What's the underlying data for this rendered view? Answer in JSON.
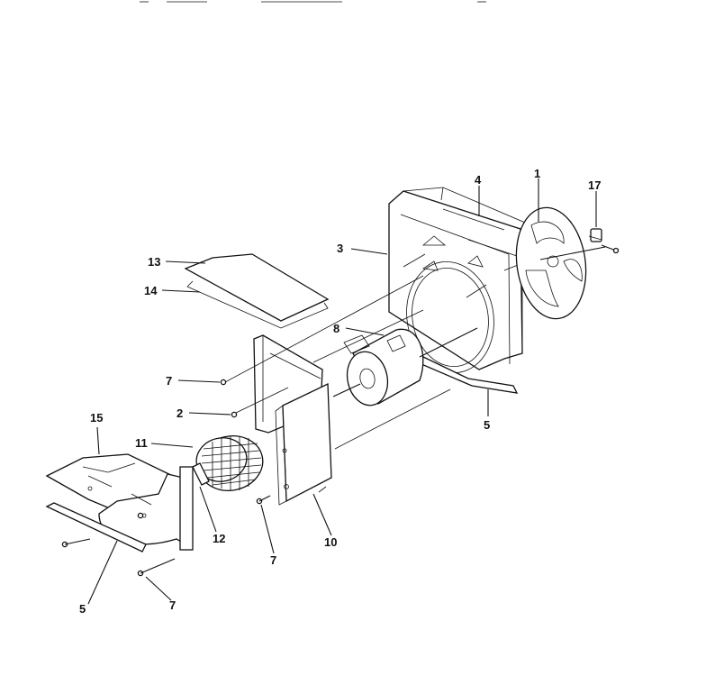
{
  "diagram": {
    "callouts": {
      "c1": "1",
      "c17": "17",
      "c4": "4",
      "c3": "3",
      "c13": "13",
      "c14": "14",
      "c8": "8",
      "c7a": "7",
      "c2": "2",
      "c5a": "5",
      "c15": "15",
      "c11": "11",
      "c12": "12",
      "c7b": "7",
      "c10": "10",
      "c5b": "5",
      "c7c": "7"
    }
  }
}
